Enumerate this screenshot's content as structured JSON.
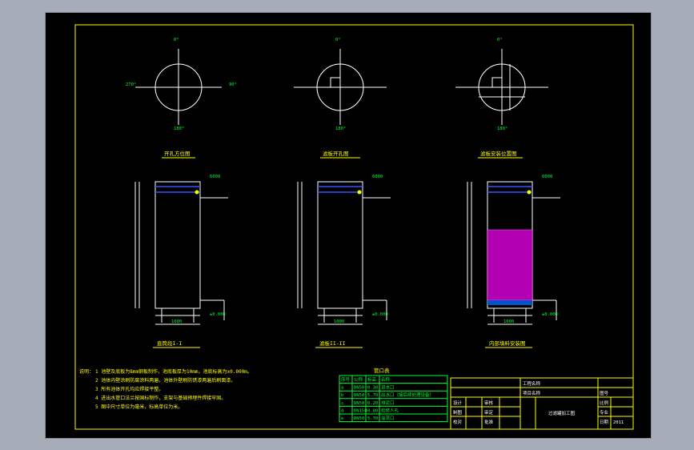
{
  "drawing": {
    "views": [
      {
        "key": "plan1",
        "title": "开孔方位图"
      },
      {
        "key": "plan2",
        "title": "滤板开孔图"
      },
      {
        "key": "plan3",
        "title": "滤板安装位置图"
      },
      {
        "key": "sec1",
        "title": "直筒段I-I"
      },
      {
        "key": "sec2",
        "title": "滤板II-II"
      },
      {
        "key": "sec3",
        "title": "内部填料安装图"
      }
    ],
    "angles": {
      "top": "0°",
      "left": "270°",
      "right": "90°",
      "bottom": "180°"
    },
    "dims": {
      "width": "1000",
      "elev_top": "6000",
      "elev_bottom": "±0.000"
    },
    "notes": {
      "heading": "说明：",
      "lines": [
        "1  池壁及底板为8mm钢板制作，池底板厚为10mm，池底标高为±0.000m。",
        "2  池体内壁涂刷防腐涂料两遍，池体外壁刷防锈漆两遍后刷面漆。",
        "3  所有池体开孔均应焊接平整。",
        "4  进出水管口法兰按国标制作，支架与基础预埋件焊接牢固。",
        "5  图中尺寸单位为毫米，标高单位为米。"
      ]
    },
    "nozzle_table": {
      "title": "管口表",
      "headers": [
        "序号",
        "公称",
        "标高",
        "名称"
      ],
      "rows": [
        [
          "a",
          "DN50",
          "0.30",
          "进水口"
        ],
        [
          "b",
          "DN50",
          "5.70",
          "出水口（接后续处理设备）"
        ],
        [
          "c",
          "DN50",
          "0.20",
          "排泥口"
        ],
        [
          "d",
          "DN150",
          "0.80",
          "检修人孔"
        ],
        [
          "e",
          "DN50",
          "5.70",
          "溢流口"
        ]
      ]
    },
    "title_block": {
      "project": "工程名称",
      "subproject": "项目名称",
      "drawing_name": "过滤罐加工图",
      "roles": [
        "设计",
        "制图",
        "校对"
      ],
      "checks": [
        "审核",
        "审定",
        "批准"
      ],
      "right_labels": [
        "图号",
        "比例",
        "专业",
        "日期"
      ],
      "right_values": [
        "",
        "",
        "",
        "2011"
      ]
    },
    "colors": {
      "frame": "#ffff00",
      "line": "#ffffff",
      "text": "#00ff33",
      "fill": "#cc00cc"
    }
  }
}
